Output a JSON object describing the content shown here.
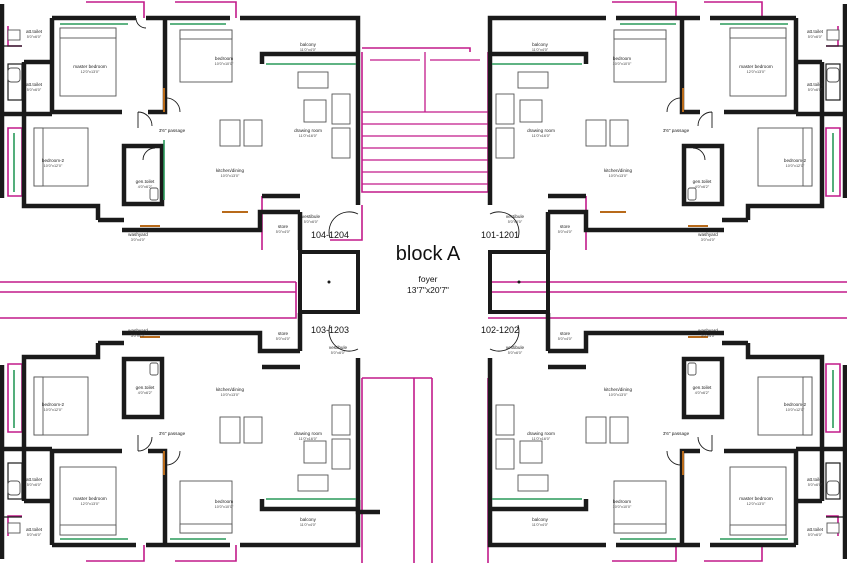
{
  "block": {
    "title": "block A",
    "foyer_name": "foyer",
    "foyer_dim": "13'7\"x20'7\""
  },
  "colors": {
    "wall": "#1a1a1a",
    "outline": "#c21a8a",
    "glass": "#2a9a5a",
    "door": "#b86a1a",
    "furniture": "#555555"
  },
  "units": [
    {
      "id": "tl",
      "number": "104-1204"
    },
    {
      "id": "tr",
      "number": "101-1201"
    },
    {
      "id": "bl",
      "number": "103-1203"
    },
    {
      "id": "br",
      "number": "102-1202"
    }
  ],
  "rooms": [
    {
      "unit": "tl",
      "name": "att.toilet",
      "dim": "5'0\"x6'0\""
    },
    {
      "unit": "tl",
      "name": "att.toilet",
      "dim": "5'0\"x6'0\""
    },
    {
      "unit": "tl",
      "name": "master bedroom",
      "dim": "12'0\"x13'0\""
    },
    {
      "unit": "tl",
      "name": "bedroom",
      "dim": "10'0\"x10'0\""
    },
    {
      "unit": "tl",
      "name": "balcony",
      "dim": "11'0\"x4'0\""
    },
    {
      "unit": "tl",
      "name": "3'6\" passage",
      "dim": ""
    },
    {
      "unit": "tl",
      "name": "drawing room",
      "dim": "11'0\"x16'0\""
    },
    {
      "unit": "tl",
      "name": "bedroom-2",
      "dim": "10'0\"x12'0\""
    },
    {
      "unit": "tl",
      "name": "kitchen/dining",
      "dim": "10'0\"x13'0\""
    },
    {
      "unit": "tl",
      "name": "gen.toilet",
      "dim": "4'0\"x6'2\""
    },
    {
      "unit": "tl",
      "name": "store",
      "dim": "5'0\"x4'0\""
    },
    {
      "unit": "tl",
      "name": "vestibule",
      "dim": "5'0\"x6'0\""
    },
    {
      "unit": "tl",
      "name": "washyard",
      "dim": "3'0\"x4'0\""
    },
    {
      "unit": "tr",
      "name": "balcony",
      "dim": "11'0\"x4'0\""
    },
    {
      "unit": "tr",
      "name": "bedroom",
      "dim": "10'0\"x10'0\""
    },
    {
      "unit": "tr",
      "name": "master bedroom",
      "dim": "12'0\"x13'0\""
    },
    {
      "unit": "tr",
      "name": "att.toilet",
      "dim": "5'0\"x6'0\""
    },
    {
      "unit": "tr",
      "name": "att.toilet",
      "dim": "5'0\"x6'0\""
    },
    {
      "unit": "tr",
      "name": "drawing room",
      "dim": "11'0\"x16'0\""
    },
    {
      "unit": "tr",
      "name": "3'6\" passage",
      "dim": ""
    },
    {
      "unit": "tr",
      "name": "kitchen/dining",
      "dim": "10'0\"x13'0\""
    },
    {
      "unit": "tr",
      "name": "gen.toilet",
      "dim": "4'0\"x6'2\""
    },
    {
      "unit": "tr",
      "name": "bedroom-2",
      "dim": "10'0\"x12'0\""
    },
    {
      "unit": "tr",
      "name": "vestibule",
      "dim": "5'0\"x6'0\""
    },
    {
      "unit": "tr",
      "name": "store",
      "dim": "5'0\"x4'0\""
    },
    {
      "unit": "tr",
      "name": "washyard",
      "dim": "3'0\"x4'0\""
    },
    {
      "unit": "bl",
      "name": "washyard",
      "dim": "3'0\"x4'0\""
    },
    {
      "unit": "bl",
      "name": "store",
      "dim": "5'0\"x4'0\""
    },
    {
      "unit": "bl",
      "name": "vestibule",
      "dim": "5'0\"x6'0\""
    },
    {
      "unit": "bl",
      "name": "gen.toilet",
      "dim": "4'0\"x6'2\""
    },
    {
      "unit": "bl",
      "name": "kitchen/dining",
      "dim": "10'0\"x13'0\""
    },
    {
      "unit": "bl",
      "name": "bedroom-2",
      "dim": "10'0\"x12'0\""
    },
    {
      "unit": "bl",
      "name": "3'6\" passage",
      "dim": ""
    },
    {
      "unit": "bl",
      "name": "drawing room",
      "dim": "11'0\"x16'0\""
    },
    {
      "unit": "bl",
      "name": "att.toilet",
      "dim": "5'0\"x6'0\""
    },
    {
      "unit": "bl",
      "name": "master bedroom",
      "dim": "12'0\"x13'0\""
    },
    {
      "unit": "bl",
      "name": "bedroom",
      "dim": "10'0\"x10'0\""
    },
    {
      "unit": "bl",
      "name": "att.toilet",
      "dim": "5'0\"x6'0\""
    },
    {
      "unit": "bl",
      "name": "balcony",
      "dim": "11'0\"x4'0\""
    },
    {
      "unit": "br",
      "name": "store",
      "dim": "5'0\"x4'0\""
    },
    {
      "unit": "br",
      "name": "washyard",
      "dim": "3'0\"x4'0\""
    },
    {
      "unit": "br",
      "name": "vestibule",
      "dim": "5'0\"x6'0\""
    },
    {
      "unit": "br",
      "name": "kitchen/dining",
      "dim": "10'0\"x13'0\""
    },
    {
      "unit": "br",
      "name": "gen.toilet",
      "dim": "4'0\"x6'2\""
    },
    {
      "unit": "br",
      "name": "bedroom-2",
      "dim": "10'0\"x12'0\""
    },
    {
      "unit": "br",
      "name": "drawing room",
      "dim": "11'0\"x16'0\""
    },
    {
      "unit": "br",
      "name": "3'6\" passage",
      "dim": ""
    },
    {
      "unit": "br",
      "name": "bedroom",
      "dim": "10'0\"x10'0\""
    },
    {
      "unit": "br",
      "name": "master bedroom",
      "dim": "12'0\"x13'0\""
    },
    {
      "unit": "br",
      "name": "att.toilet",
      "dim": "5'0\"x6'0\""
    },
    {
      "unit": "br",
      "name": "att.toilet",
      "dim": "5'0\"x6'0\""
    },
    {
      "unit": "br",
      "name": "balcony",
      "dim": "11'0\"x4'0\""
    }
  ]
}
